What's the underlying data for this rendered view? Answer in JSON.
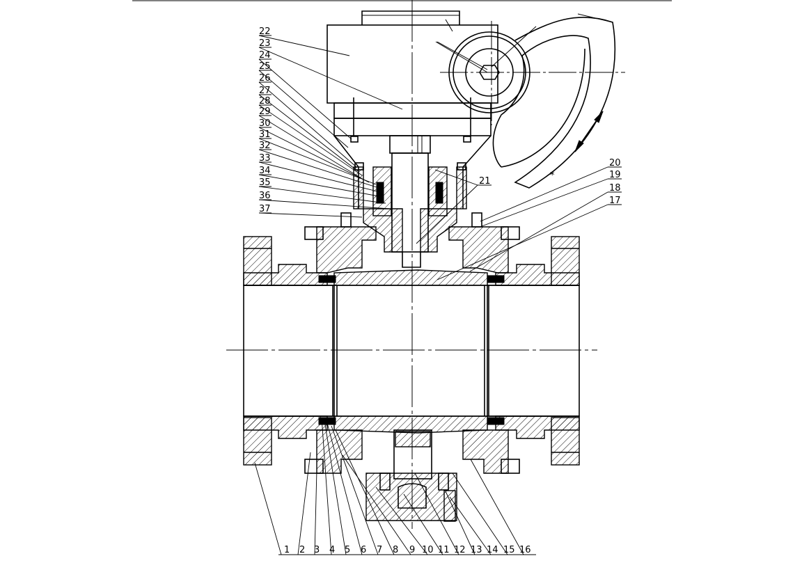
{
  "drawing": {
    "title": "Trunnion mounted ball valve with gear operator - sectional assembly"
  },
  "callouts": {
    "left": [
      "22",
      "23",
      "24",
      "25",
      "26",
      "27",
      "28",
      "29",
      "30",
      "31",
      "32",
      "33",
      "34",
      "35",
      "36",
      "37"
    ],
    "right": [
      "20",
      "19",
      "18",
      "17"
    ],
    "stem": "21",
    "bottom": [
      "1",
      "2",
      "3",
      "4",
      "5",
      "6",
      "7",
      "8",
      "9",
      "10",
      "11",
      "12",
      "13",
      "14",
      "15",
      "16"
    ]
  }
}
